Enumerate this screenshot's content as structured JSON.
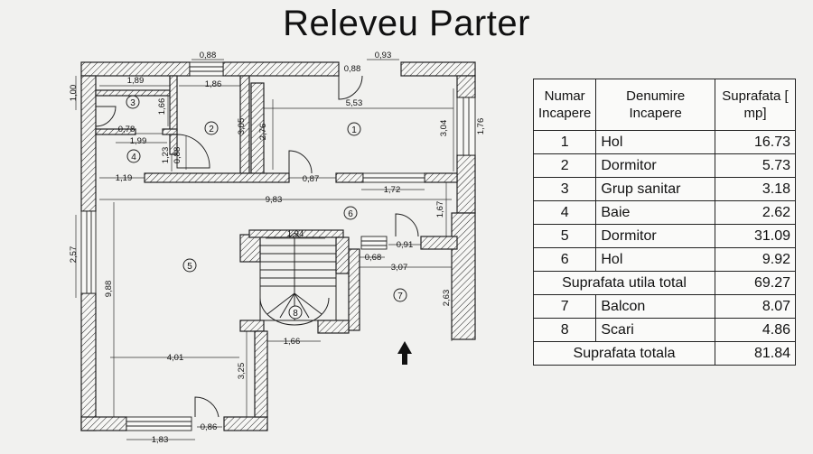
{
  "title": "Releveu Parter",
  "table": {
    "headers": {
      "num": "Numar Incapere",
      "name": "Denumire Incapere",
      "area": "Suprafata [ mp]"
    },
    "rows_a": [
      {
        "num": "1",
        "name": "Hol",
        "area": "16.73"
      },
      {
        "num": "2",
        "name": "Dormitor",
        "area": "5.73"
      },
      {
        "num": "3",
        "name": "Grup sanitar",
        "area": "3.18"
      },
      {
        "num": "4",
        "name": "Baie",
        "area": "2.62"
      },
      {
        "num": "5",
        "name": "Dormitor",
        "area": "31.09"
      },
      {
        "num": "6",
        "name": "Hol",
        "area": "9.92"
      }
    ],
    "utila": {
      "label": "Suprafata utila total",
      "value": "69.27"
    },
    "rows_b": [
      {
        "num": "7",
        "name": "Balcon",
        "area": "8.07"
      },
      {
        "num": "8",
        "name": "Scari",
        "area": "4.86"
      }
    ],
    "totala": {
      "label": "Suprafata totala",
      "value": "81.84"
    }
  },
  "plan": {
    "rooms": {
      "r1": "1",
      "r2": "2",
      "r3": "3",
      "r4": "4",
      "r5": "5",
      "r6": "6",
      "r7": "7",
      "r8": "8"
    },
    "dims": {
      "d_088_top": "0,88",
      "d_088_mid": "0,88",
      "d_093": "0,93",
      "d_189": "1,89",
      "d_186": "1,86",
      "d_553": "5,53",
      "d_100": "1,00",
      "d_166": "1,66",
      "d_078": "0,78",
      "d_199": "1,99",
      "d_305": "3,05",
      "d_276": "2,76",
      "d_304": "3,04",
      "d_176": "1,76",
      "d_123": "1,23",
      "d_088_v": "0,88",
      "d_087": "0,87",
      "d_119": "1,19",
      "d_172": "1,72",
      "d_983": "9,83",
      "d_167": "1,67",
      "d_194": "1,94",
      "d_091": "0,91",
      "d_068": "0,68",
      "d_307": "3,07",
      "d_257": "2,57",
      "d_988": "9,88",
      "d_263": "2,63",
      "d_166_b": "1,66",
      "d_401": "4,01",
      "d_325": "3,25",
      "d_086": "0,86",
      "d_183": "1,83"
    }
  }
}
